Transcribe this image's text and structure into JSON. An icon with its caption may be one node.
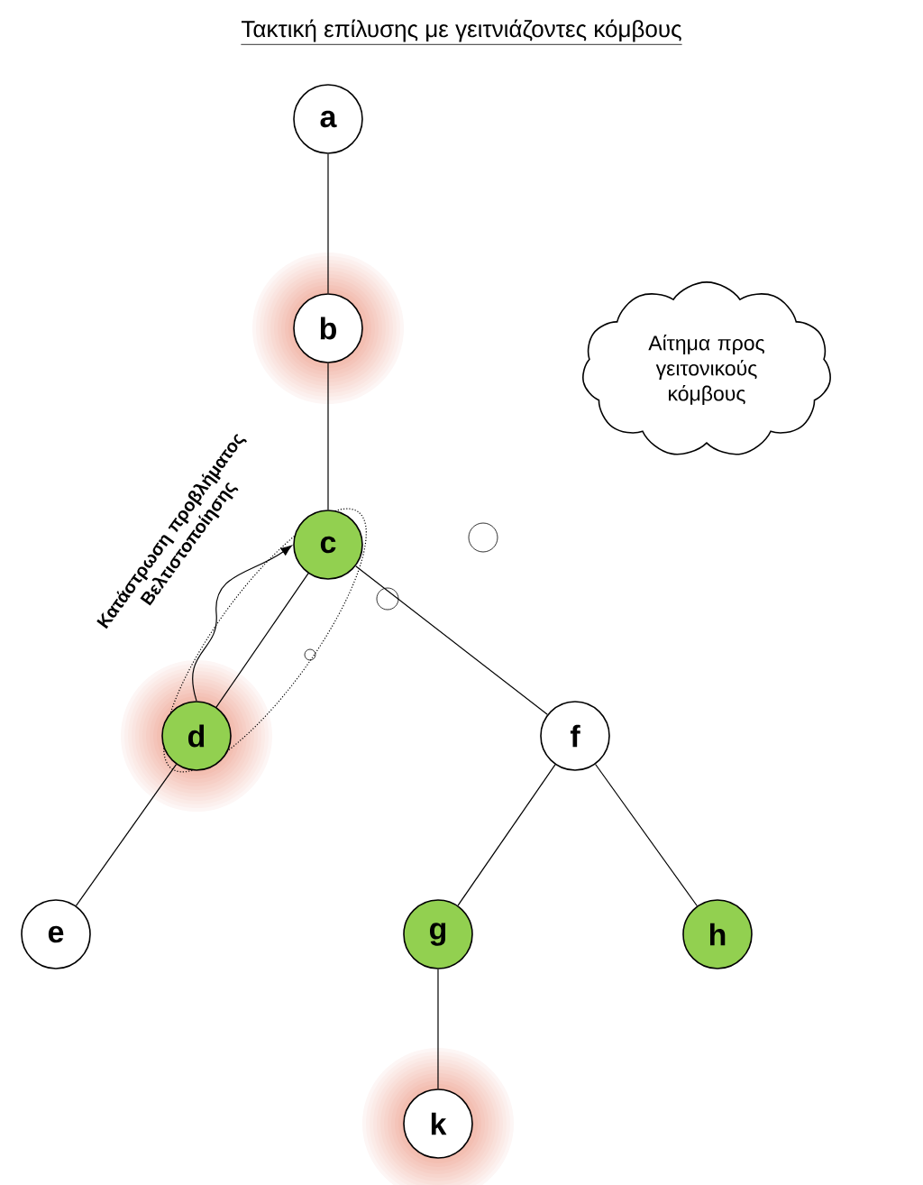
{
  "diagram": {
    "title": "Τακτική επίλυσης με γειτνιάζοντες κόμβους",
    "nodes": [
      {
        "text": [
          "a"
        ]
      },
      {
        "text": [
          "b"
        ]
      },
      {
        "text": [
          "Αίτημα προς γειτονικούς κόμβους"
        ]
      },
      {
        "text": [
          "c"
        ]
      },
      {
        "text": [
          "d"
        ]
      },
      {
        "text": [
          "f"
        ]
      },
      {
        "text": [
          "e"
        ]
      },
      {
        "text": [
          "g"
        ]
      },
      {
        "text": [
          "h"
        ]
      },
      {
        "text": [
          "k"
        ]
      }
    ],
    "edges": [
      {
        "from": 0,
        "to": 1,
        "arrow": "none"
      },
      {
        "from": 1,
        "to": 3,
        "arrow": "none"
      },
      {
        "from": 3,
        "to": 4,
        "arrow": "none"
      },
      {
        "from": 3,
        "to": 5,
        "arrow": "none"
      },
      {
        "from": 4,
        "to": 6,
        "arrow": "none"
      },
      {
        "from": 5,
        "to": 7,
        "arrow": "none"
      },
      {
        "from": 5,
        "to": 8,
        "arrow": "none"
      },
      {
        "from": 7,
        "to": 9,
        "arrow": "none"
      },
      {
        "from": 4,
        "to": 3,
        "arrow": "to"
      }
    ],
    "labels": [
      "Κατάστρωση προβλήματος Βελτιστοποίησης"
    ]
  }
}
